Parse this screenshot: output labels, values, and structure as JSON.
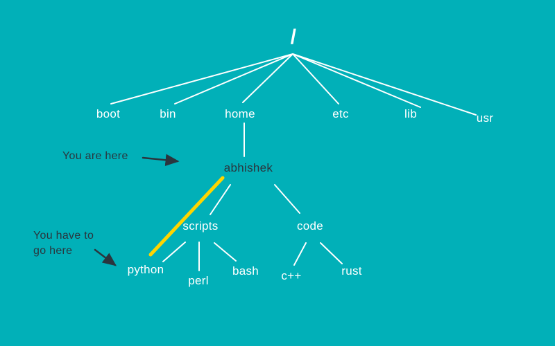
{
  "canvas": {
    "background_color": "#01b0b8",
    "tree_line_color": "#ffffff",
    "highlight_color": "#ffd500",
    "annotation_color": "#2a363e"
  },
  "tree": {
    "nodes": {
      "root": {
        "label": "/"
      },
      "boot": {
        "label": "boot"
      },
      "bin": {
        "label": "bin"
      },
      "home": {
        "label": "home"
      },
      "etc": {
        "label": "etc"
      },
      "lib": {
        "label": "lib"
      },
      "usr": {
        "label": "usr"
      },
      "abhishek": {
        "label": "abhishek"
      },
      "scripts": {
        "label": "scripts"
      },
      "code": {
        "label": "code"
      },
      "python": {
        "label": "python"
      },
      "perl": {
        "label": "perl"
      },
      "bash": {
        "label": "bash"
      },
      "cpp": {
        "label": "c++"
      },
      "rust": {
        "label": "rust"
      }
    }
  },
  "annotations": {
    "you_are_here": {
      "label": "You are here"
    },
    "you_have_to_go_here": {
      "line1": "You have to",
      "line2": "go here"
    }
  }
}
